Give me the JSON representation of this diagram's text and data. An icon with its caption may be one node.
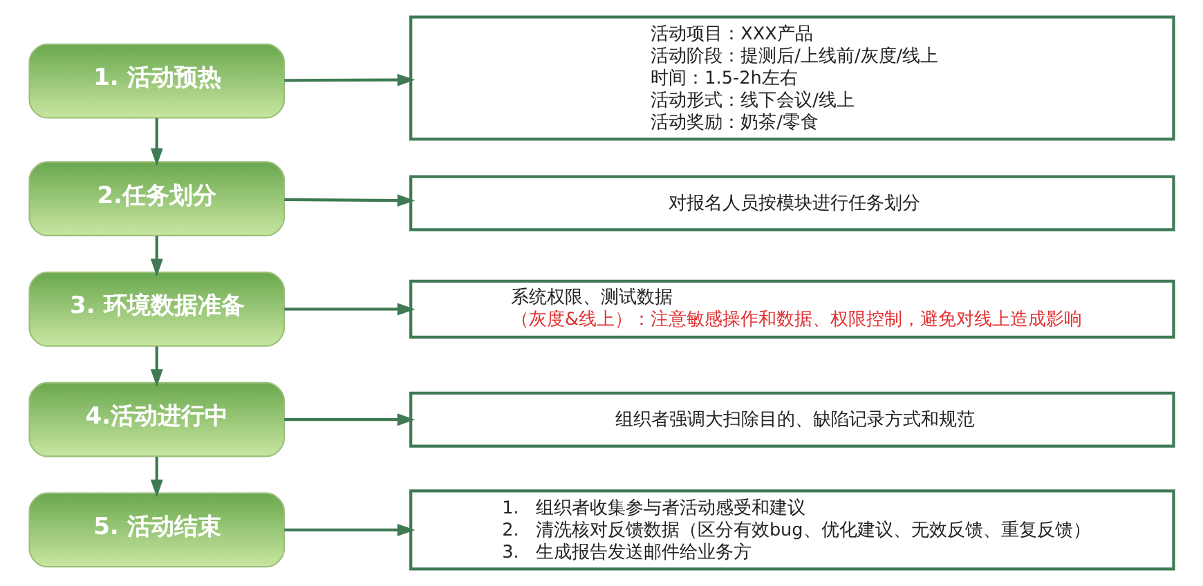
{
  "diagram": {
    "nodes": [
      {
        "text": [
          "1. 活动预热"
        ]
      },
      {
        "text": [
          "活动项目：XXX产品",
          "活动阶段：提测后/上线前/灰度/线上",
          "时间：1.5-2h左右",
          "活动形式：线下会议/线上",
          "活动奖励：奶茶/零食"
        ]
      },
      {
        "text": [
          "2.任务划分"
        ]
      },
      {
        "text": [
          "对报名人员按模块进行任务划分"
        ]
      },
      {
        "text": [
          "3. 环境数据准备"
        ]
      },
      {
        "text": [
          "系统权限、测试数据",
          "（灰度&线上）：注意敏感操作和数据、权限控制，避免对线上造成影响"
        ]
      },
      {
        "text": [
          "4.活动进行中"
        ]
      },
      {
        "text": [
          "组织者强调大扫除目的、缺陷记录方式和规范"
        ]
      },
      {
        "text": [
          "5. 活动结束"
        ]
      },
      {
        "text": [
          "1.   组织者收集参与者活动感受和建议",
          "2.   清洗核对反馈数据（区分有效bug、优化建议、无效反馈、重复反馈）",
          "3.   生成报告发送邮件给业务方"
        ]
      }
    ],
    "edges": [
      {
        "from": 0,
        "to": 1,
        "arrow": "to"
      },
      {
        "from": 0,
        "to": 2,
        "arrow": "to"
      },
      {
        "from": 2,
        "to": 3,
        "arrow": "to"
      },
      {
        "from": 2,
        "to": 4,
        "arrow": "to"
      },
      {
        "from": 4,
        "to": 5,
        "arrow": "to"
      },
      {
        "from": 4,
        "to": 6,
        "arrow": "to"
      },
      {
        "from": 6,
        "to": 7,
        "arrow": "to"
      },
      {
        "from": 6,
        "to": 8,
        "arrow": "to"
      },
      {
        "from": 8,
        "to": 9,
        "arrow": "to"
      }
    ]
  }
}
